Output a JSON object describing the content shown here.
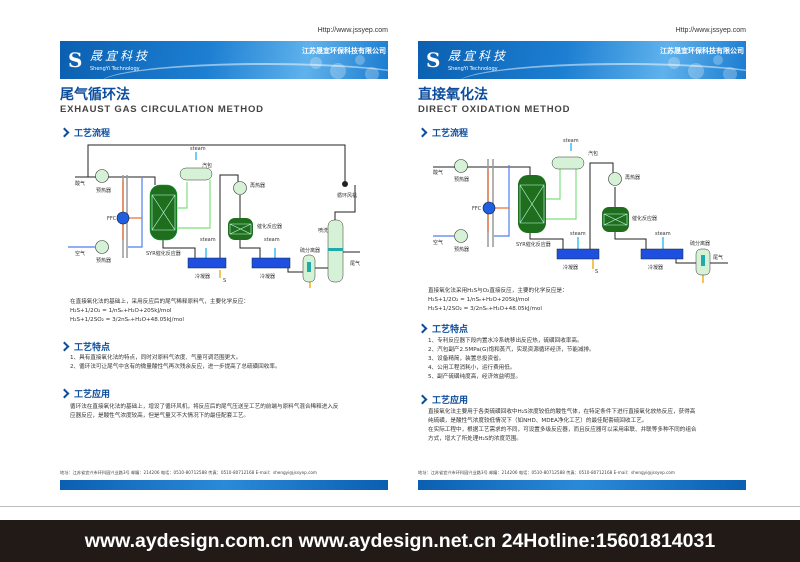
{
  "header": {
    "url": "Http://www.jssyep.com",
    "company": "江苏晟宜环保科技有限公司",
    "logo_cn": "晟宜科技",
    "logo_en": "ShengYi Technology"
  },
  "pages": [
    {
      "title_cn": "尾气循环法",
      "title_en": "EXHAUST GAS CIRCULATION METHOD",
      "sections": {
        "flow": "工艺流程",
        "features": "工艺特点",
        "application": "工艺应用"
      },
      "diagram": {
        "acid_gas": "酸气",
        "air": "空气",
        "preheater": "预热器",
        "ffc": "FFC",
        "syr_reactor": "SYR催化反应器",
        "steam": "steam",
        "drum": "汽包",
        "reheater": "再热器",
        "cat_reactor": "催化反应器",
        "condenser": "冷凝器",
        "sulfur": "S",
        "separator": "硫分离器",
        "scrubber": "喷洗",
        "fan": "循环风机",
        "tail_gas": "尾气"
      },
      "intro": [
        "在直接氧化法的基础上，采用反应后的尾气稀释原料气，主要化学反应：",
        "H₂S+1/2O₂ = 1/nSₙ+H₂O+205kJ/mol",
        "H₂S+1/2SO₂ = 3/2nSₙ+H₂O+48.05kJ/mol"
      ],
      "features": [
        "1、具有直接氧化法的特点，同时对原料气浓度、气量可调范围更大。",
        "2、循环法可让尾气中含有的微量酸性气再次残余反应，进一步提高了总硫磺回收率。"
      ],
      "application": [
        "循环法在直接氧化法的基础上，增设了循环风机，将反应后的尾气压送至工艺的前端与原料气混合稀释进入反",
        "应器反应，是酸性气浓度较高，但是气量又不大情况下的最佳配套工艺。"
      ]
    },
    {
      "title_cn": "直接氧化法",
      "title_en": "DIRECT OXIDATION METHOD",
      "sections": {
        "flow": "工艺流程",
        "features": "工艺特点",
        "application": "工艺应用"
      },
      "diagram": {
        "acid_gas": "酸气",
        "air": "空气",
        "preheater": "预热器",
        "ffc": "FFC",
        "syr_reactor": "SYR催化反应器",
        "steam": "steam",
        "drum": "汽包",
        "reheater": "再热器",
        "cat_reactor": "催化反应器",
        "condenser": "冷凝器",
        "sulfur": "S",
        "separator": "硫分离器",
        "tail_gas": "尾气"
      },
      "intro": [
        "直接氧化法采用H₂S与O₂直接反应，主要的化学反应是：",
        "H₂S+1/2O₂ = 1/nSₙ+H₂O+205kJ/mol",
        "H₂S+1/2SO₂ = 3/2nSₙ+H₂O+48.05kJ/mol"
      ],
      "features": [
        "1、专利反应器下段内置水冷系统移出反应热，硫磺回收率高。",
        "2、汽包副产2.5MPa(G)饱和蒸汽，实现资源循环经济，节能减排。",
        "3、设备精简，装置总投资省。",
        "4、公用工程消耗小，运行费用低。",
        "5、副产硫磺纯度高，经济效益明显。"
      ],
      "application": [
        "直接氧化法主要用于各类硫磺回收中H₂S浓度较低的酸性气体，在特定条件下进行直接氧化放热反应，获得高",
        "纯硫磺，是酸性气浓度较低情况下（如NHD、MDEA净化工艺）的最佳配套硫回收工艺。",
        "在实际工程中，根据工艺需求的不同，可设置多级反应器，而且反应器可以采用串联、并联等多种不同的组合",
        "方式，增大了所处理H₂S的浓度范围。"
      ]
    }
  ],
  "footer": "地址：江苏省宜兴市环科园兴业路3号    邮编：214206    电话：0510-80712588    传真：0510-80712168    E-mail：shengyi@jssyep.com",
  "watermark": "www.aydesign.com.cn www.aydesign.net.cn 24Hotline:15601814031",
  "colors": {
    "brand_blue": "#0d4d9c",
    "reactor_green": "#1e6e1e",
    "condenser_blue": "#1f4fe0",
    "band": "#211a17"
  }
}
